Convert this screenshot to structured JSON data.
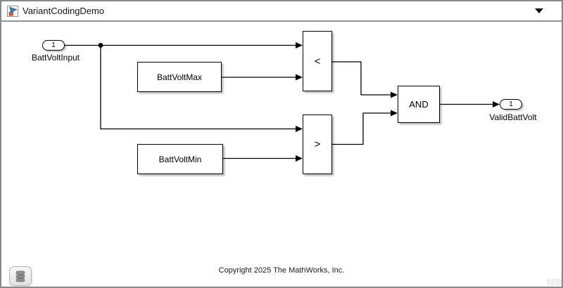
{
  "window": {
    "title": "VariantCodingDemo",
    "icons": {
      "model_icon": "simulink-model-icon",
      "dropdown_icon": "chevron-down",
      "legend_icon": "database-stack"
    }
  },
  "diagram": {
    "inport": {
      "number": "1",
      "label": "BattVoltInput"
    },
    "outport": {
      "number": "1",
      "label": "ValidBattVolt"
    },
    "blocks": {
      "battvoltmax": {
        "label": "BattVoltMax"
      },
      "battvoltmin": {
        "label": "BattVoltMin"
      },
      "less_than": {
        "label": "<"
      },
      "greater_than": {
        "label": ">"
      },
      "and": {
        "label": "AND"
      }
    }
  },
  "footer": {
    "copyright": "Copyright 2025 The MathWorks, Inc."
  },
  "colors": {
    "frame_border": "#868a8d",
    "canvas_bg": "#ffffff",
    "wire": "#000000",
    "block_border": "#000000",
    "icon_blue": "#3a7ebf",
    "icon_orange": "#e8602c"
  }
}
